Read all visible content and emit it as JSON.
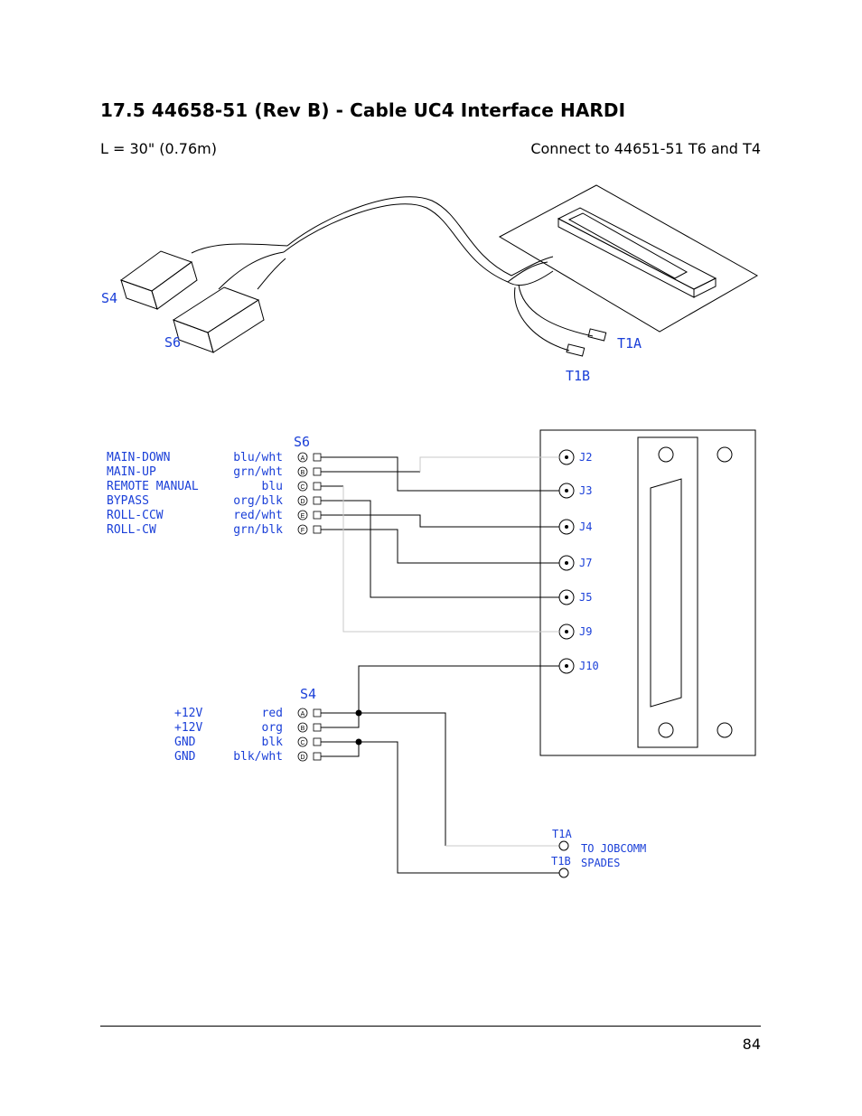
{
  "section": {
    "heading": "17.5   44658-51 (Rev B) - Cable UC4 Interface HARDI",
    "length": "L = 30\" (0.76m)",
    "connect": "Connect to 44651-51 T6 and T4"
  },
  "illustration": {
    "labels": {
      "s4": "S4",
      "s6": "S6",
      "t1a": "T1A",
      "t1b": "T1B"
    }
  },
  "schematic": {
    "s6_title": "S6",
    "s6_rows": [
      {
        "signal": "MAIN-DOWN",
        "color": "blu/wht",
        "pin": "A"
      },
      {
        "signal": "MAIN-UP",
        "color": "grn/wht",
        "pin": "B"
      },
      {
        "signal": "REMOTE MANUAL",
        "color": "blu",
        "pin": "C"
      },
      {
        "signal": "BYPASS",
        "color": "org/blk",
        "pin": "D"
      },
      {
        "signal": "ROLL-CCW",
        "color": "red/wht",
        "pin": "E"
      },
      {
        "signal": "ROLL-CW",
        "color": "grn/blk",
        "pin": "F"
      }
    ],
    "s4_title": "S4",
    "s4_rows": [
      {
        "signal": "+12V",
        "color": "red",
        "pin": "A"
      },
      {
        "signal": "+12V",
        "color": "org",
        "pin": "B"
      },
      {
        "signal": "GND",
        "color": "blk",
        "pin": "C"
      },
      {
        "signal": "GND",
        "color": "blk/wht",
        "pin": "D"
      }
    ],
    "j_labels": [
      "J2",
      "J3",
      "J4",
      "J7",
      "J5",
      "J9",
      "J10"
    ],
    "spades": {
      "t1a": "T1A",
      "t1b": "T1B",
      "note_line1": "TO JOBCOMM",
      "note_line2": "SPADES"
    }
  },
  "footer": {
    "page_number": "84"
  },
  "colors": {
    "label_blue": "#1a3fd8",
    "line_gray": "#c8c8c8"
  }
}
